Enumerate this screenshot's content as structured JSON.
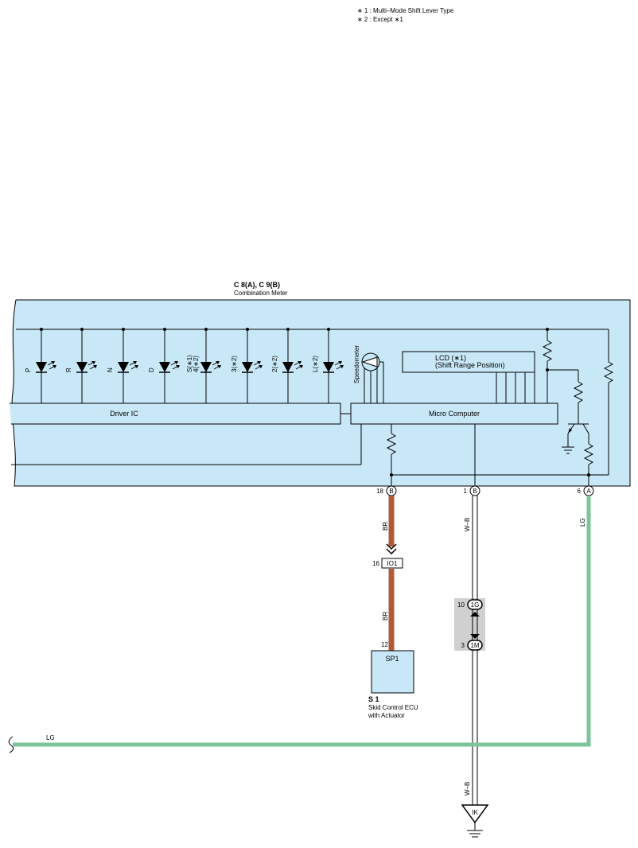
{
  "notes": [
    "∗ 1 : Multi–Mode Shift Lever Type",
    "∗ 2 : Except ∗1"
  ],
  "meter": {
    "code": "C 8(A), C 9(B)",
    "name": "Combination Meter",
    "indicators": [
      "P",
      "R",
      "N",
      "D",
      "S(∗1)",
      "4(∗2)",
      "3(∗2)",
      "2(∗2)",
      "L(∗2)"
    ],
    "speedometer": "Speedometer",
    "lcd_line1": "LCD (∗1)",
    "lcd_line2": "(Shift Range Position)",
    "driver_ic": "Driver IC",
    "micro_computer": "Micro Computer"
  },
  "terminals": {
    "t18": {
      "pin": "18",
      "conn": "B"
    },
    "t1": {
      "pin": "1",
      "conn": "B"
    },
    "t6": {
      "pin": "6",
      "conn": "A"
    }
  },
  "wires": {
    "br_1": "BR",
    "br_2": "BR",
    "wb_1": "W–B",
    "wb_2": "W–B",
    "lg_1": "LG",
    "lg_2": "LG"
  },
  "junctions": {
    "io1_pin": "16",
    "io1": "IO1",
    "g1_pin": "10",
    "g1": "1G",
    "m1_pin": "3",
    "m1": "1M"
  },
  "ecu": {
    "pin": "12",
    "conn": "SP1",
    "code": "S 1",
    "name_line1": "Skid Control ECU",
    "name_line2": "with Actuator"
  },
  "ground": {
    "point": "IK"
  },
  "colors": {
    "meter_fill": "#c8e8f8",
    "br_wire": "#b05a3c",
    "lg_wire": "#7cc49a",
    "junction_fill": "#d0d0d0",
    "line": "#000000"
  }
}
